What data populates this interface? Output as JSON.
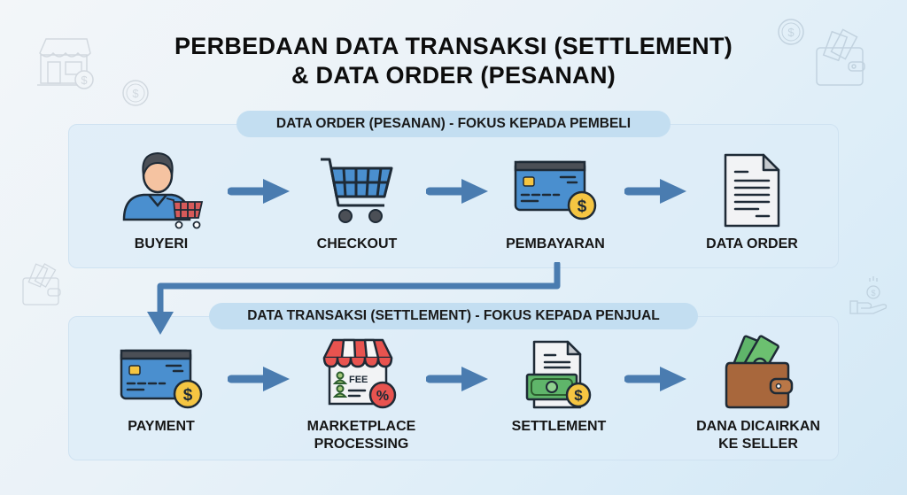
{
  "title": {
    "line1": "PERBEDAAN DATA TRANSAKSI (SETTLEMENT)",
    "line2": "& DATA ORDER (PESANAN)"
  },
  "colors": {
    "arrow": "#4a7cb0",
    "pill": "#c3def1",
    "panel": "#dcecf8",
    "card_blue": "#4a8fcf",
    "coin": "#f5c542",
    "money_green": "#5fb56a",
    "wallet_brown": "#a8673c",
    "awning_red": "#e8534f"
  },
  "sections": {
    "order": {
      "header": "DATA ORDER (PESANAN) - FOKUS KEPADA PEMBELI",
      "steps": [
        {
          "label": "BUYERI",
          "icon": "buyer-with-cart-icon"
        },
        {
          "label": "CHECKOUT",
          "icon": "shopping-cart-icon"
        },
        {
          "label": "PEMBAYARAN",
          "icon": "credit-card-coin-icon"
        },
        {
          "label": "DATA ORDER",
          "icon": "document-icon"
        }
      ]
    },
    "settlement": {
      "header": "DATA TRANSAKSI (SETTLEMENT) - FOKUS KEPADA PENJUAL",
      "steps": [
        {
          "label": "PAYMENT",
          "icon": "credit-card-coin-icon"
        },
        {
          "label_line1": "MARKETPLACE",
          "label_line2": "PROCESSING",
          "icon": "storefront-fee-icon",
          "badge_text": "FEE",
          "badge_symbol": "%"
        },
        {
          "label": "SETTLEMENT",
          "icon": "document-cash-icon"
        },
        {
          "label_line1": "DANA DICAIRKAN",
          "label_line2": "KE SELLER",
          "icon": "wallet-cash-icon"
        }
      ]
    }
  },
  "decor": {
    "coin_symbol": "$"
  }
}
